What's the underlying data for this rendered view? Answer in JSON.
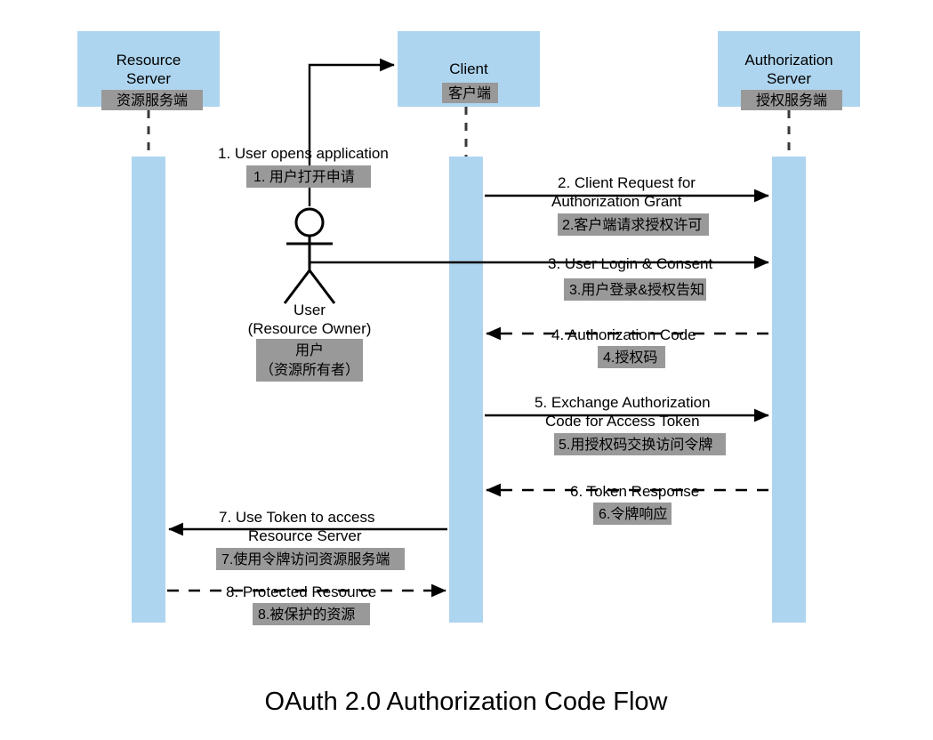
{
  "title": "OAuth 2.0 Authorization Code Flow",
  "colors": {
    "lifeline_fill": "#aed5ef",
    "highlight_bg": "#999999",
    "line": "#000000",
    "lifeline_dash": "#3a3a3a",
    "background": "#ffffff"
  },
  "participants": [
    {
      "id": "resource-server",
      "label_en_line1": "Resource",
      "label_en_line2": "Server",
      "label_zh": "资源服务端"
    },
    {
      "id": "client",
      "label_en_line1": "Client",
      "label_en_line2": "",
      "label_zh": "客户端"
    },
    {
      "id": "authorization-server",
      "label_en_line1": "Authorization",
      "label_en_line2": "Server",
      "label_zh": "授权服务端"
    }
  ],
  "actor": {
    "id": "user-actor",
    "label_en_line1": "User",
    "label_en_line2": "(Resource Owner)",
    "label_zh_line1": "用户",
    "label_zh_line2": "（资源所有者）"
  },
  "messages": [
    {
      "number": "1",
      "en_line1": "1. User opens application",
      "en_line2": "",
      "zh": "1. 用户打开申请",
      "from": "user-actor",
      "to": "client",
      "style": "solid",
      "direction": "right"
    },
    {
      "number": "2",
      "en_line1": "2. Client Request for",
      "en_line2": "Authorization Grant",
      "zh": "2.客户端请求授权许可",
      "from": "client",
      "to": "authorization-server",
      "style": "solid",
      "direction": "right"
    },
    {
      "number": "3",
      "en_line1": "3. User Login & Consent",
      "en_line2": "",
      "zh": "3.用户登录&授权告知",
      "from": "user-actor",
      "to": "authorization-server",
      "style": "solid",
      "direction": "right"
    },
    {
      "number": "4",
      "en_line1": "4. Authorization Code",
      "en_line2": "",
      "zh": "4.授权码",
      "from": "authorization-server",
      "to": "client",
      "style": "dashed",
      "direction": "left"
    },
    {
      "number": "5",
      "en_line1": "5. Exchange Authorization",
      "en_line2": "Code for Access Token",
      "zh": "5.用授权码交换访问令牌",
      "from": "client",
      "to": "authorization-server",
      "style": "solid",
      "direction": "right"
    },
    {
      "number": "6",
      "en_line1": "6. Token Response",
      "en_line2": "",
      "zh": "6.令牌响应",
      "from": "authorization-server",
      "to": "client",
      "style": "dashed",
      "direction": "left"
    },
    {
      "number": "7",
      "en_line1": "7. Use Token to access",
      "en_line2": "Resource Server",
      "zh": "7.使用令牌访问资源服务端",
      "from": "client",
      "to": "resource-server",
      "style": "solid",
      "direction": "left"
    },
    {
      "number": "8",
      "en_line1": "8. Protected Resource",
      "en_line2": "",
      "zh": "8.被保护的资源",
      "from": "resource-server",
      "to": "client",
      "style": "dashed",
      "direction": "right"
    }
  ]
}
